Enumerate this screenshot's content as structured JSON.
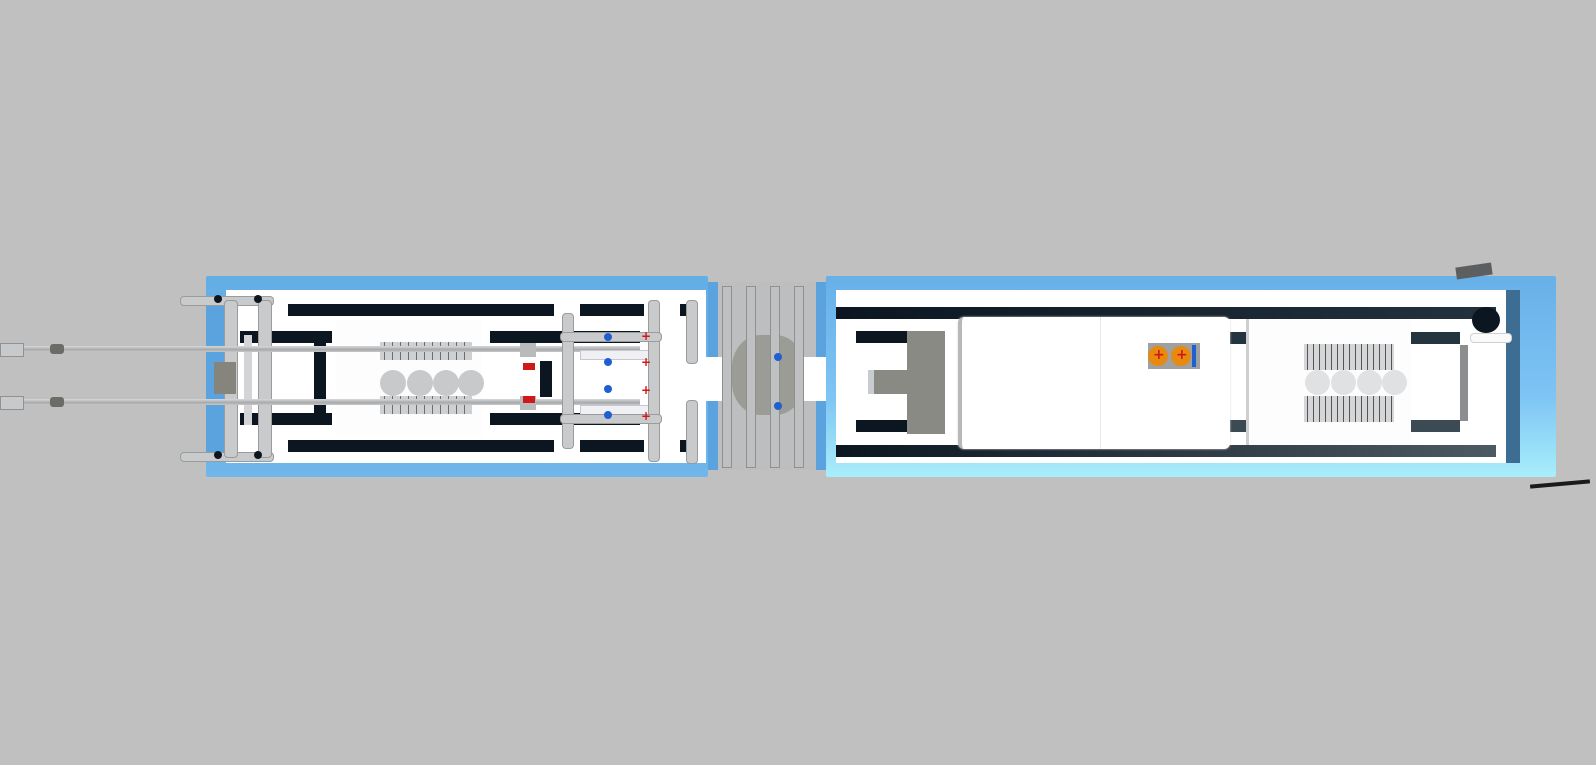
{
  "scene": {
    "description": "Top-down render of a two-section brick-built vehicle on grey background",
    "background_color": "#c0c0c0",
    "colors": {
      "frame_blue": "#64aee6",
      "frame_light_blue": "#a8f0fa",
      "black": "#0b1621",
      "white": "#ffffff",
      "light_grey": "#c9cacb",
      "dark_grey": "#8a8a84",
      "red": "#d01818",
      "blue_pin": "#1f5fd0",
      "orange": "#e88a10"
    },
    "sections": [
      {
        "name": "front-car",
        "has_piston_rods": true,
        "engine_cylinders": 4
      },
      {
        "name": "articulation-joint",
        "turntable": true
      },
      {
        "name": "rear-car",
        "has_battery_box": true,
        "engine_cylinders": 4
      }
    ]
  }
}
